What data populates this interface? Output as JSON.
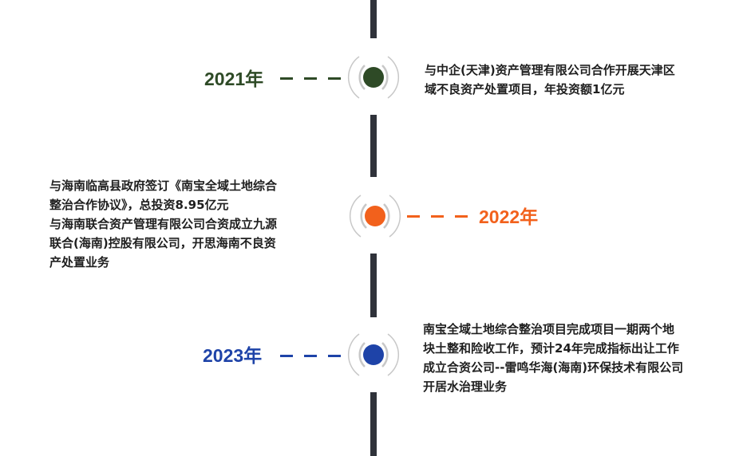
{
  "colors": {
    "axis": "#2f323a",
    "ring": "#c8c8c8",
    "year_2021": "#2e4a26",
    "year_2022": "#f2611c",
    "year_2023": "#1e43a8"
  },
  "timeline": [
    {
      "year": "2021年",
      "lines": [
        "与中企(天津)资产管理有限公司合作开展天津区",
        "域不良资产处置项目，年投资额1亿元"
      ]
    },
    {
      "year": "2022年",
      "lines": [
        "与海南临高县政府签订《南宝全域土地综合",
        "整治合作协议》，总投资8.95亿元",
        "与海南联合资产管理有限公司合资成立九源",
        "联合(海南)控股有限公司，开思海南不良资",
        "产处置业务"
      ]
    },
    {
      "year": "2023年",
      "lines": [
        "南宝全域土地综合整治项目完成项目一期两个地",
        "块土整和险收工作，预计24年完成指标出让工作",
        "成立合资公司--雷鸣华海(海南)环保技术有限公司",
        "开居水治理业务"
      ]
    }
  ]
}
